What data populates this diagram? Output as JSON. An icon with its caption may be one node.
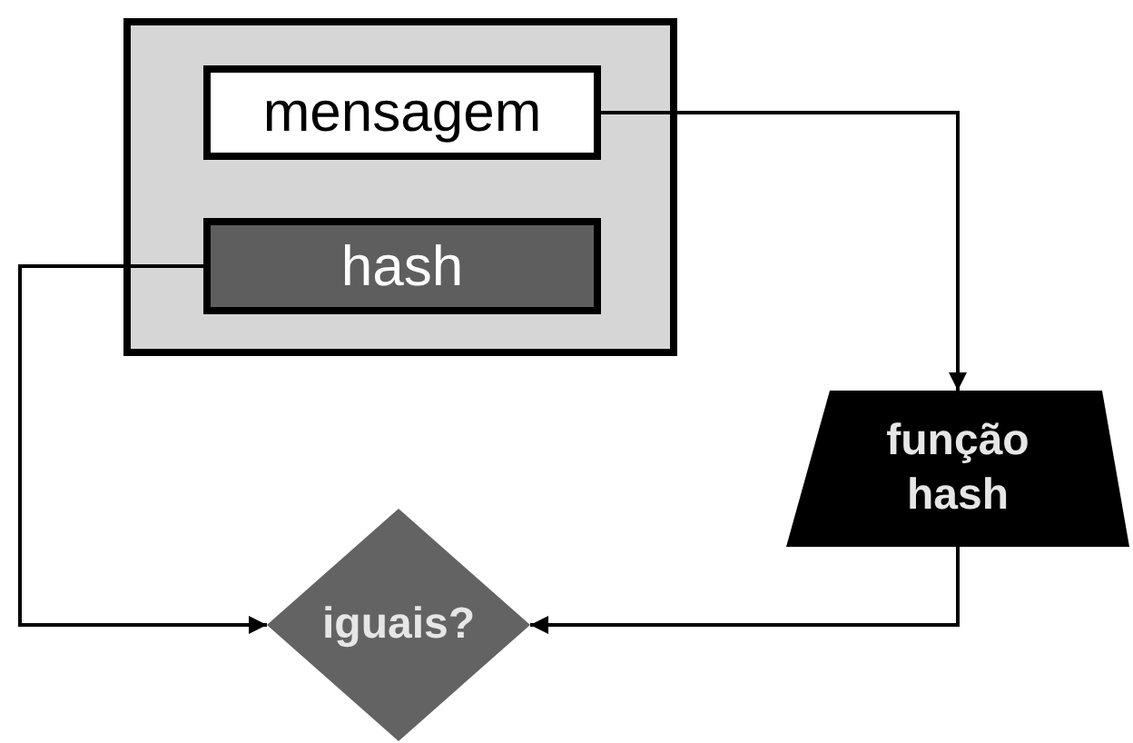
{
  "diagram": {
    "nodes": [
      {
        "text": [],
        "shape": "box"
      },
      {
        "text": [
          "mensagem"
        ],
        "in": 0
      },
      {
        "text": [
          "hash"
        ],
        "in": 0
      },
      {
        "text": [
          "função hash"
        ]
      },
      {
        "text": [
          "iguais?"
        ]
      }
    ],
    "edges": [
      {
        "from": 1,
        "to": 3,
        "arrow": "to"
      },
      {
        "from": 2,
        "to": 4,
        "arrow": "to"
      },
      {
        "from": 3,
        "to": 4,
        "arrow": "to"
      }
    ]
  }
}
